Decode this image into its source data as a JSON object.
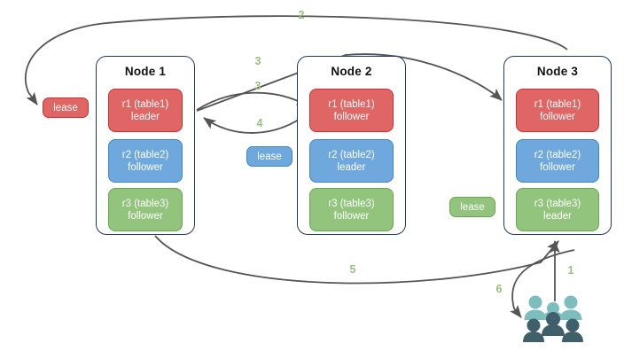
{
  "diagram": {
    "title": "raft-lease-node-diagram",
    "colors": {
      "red": "#e06666",
      "red_border": "#cc2f2f",
      "blue": "#6fa8dc",
      "blue_border": "#3d85c6",
      "green": "#93c47d",
      "green_border": "#6aa84f",
      "node_border": "#23395b",
      "arrow": "#555555",
      "step_label": "#93c47d",
      "users_light": "#7cbdbd",
      "users_dark": "#3f5f6b"
    }
  },
  "nodes": [
    {
      "title": "Node 1",
      "replicas": [
        {
          "name": "r1 (table1)",
          "role": "leader",
          "color": "red"
        },
        {
          "name": "r2 (table2)",
          "role": "follower",
          "color": "blue"
        },
        {
          "name": "r3 (table3)",
          "role": "follower",
          "color": "green"
        }
      ]
    },
    {
      "title": "Node 2",
      "replicas": [
        {
          "name": "r1 (table1)",
          "role": "follower",
          "color": "red"
        },
        {
          "name": "r2 (table2)",
          "role": "leader",
          "color": "blue"
        },
        {
          "name": "r3 (table3)",
          "role": "follower",
          "color": "green"
        }
      ]
    },
    {
      "title": "Node 3",
      "replicas": [
        {
          "name": "r1 (table1)",
          "role": "follower",
          "color": "red"
        },
        {
          "name": "r2 (table2)",
          "role": "follower",
          "color": "blue"
        },
        {
          "name": "r3 (table3)",
          "role": "leader",
          "color": "green"
        }
      ]
    }
  ],
  "leases": [
    {
      "label": "lease",
      "color": "red"
    },
    {
      "label": "lease",
      "color": "blue"
    },
    {
      "label": "lease",
      "color": "green"
    }
  ],
  "steps": [
    {
      "label": "1"
    },
    {
      "label": "2"
    },
    {
      "label": "3"
    },
    {
      "label": "3"
    },
    {
      "label": "4"
    },
    {
      "label": "5"
    },
    {
      "label": "6"
    }
  ],
  "icons": {
    "users": "users-group-icon"
  }
}
